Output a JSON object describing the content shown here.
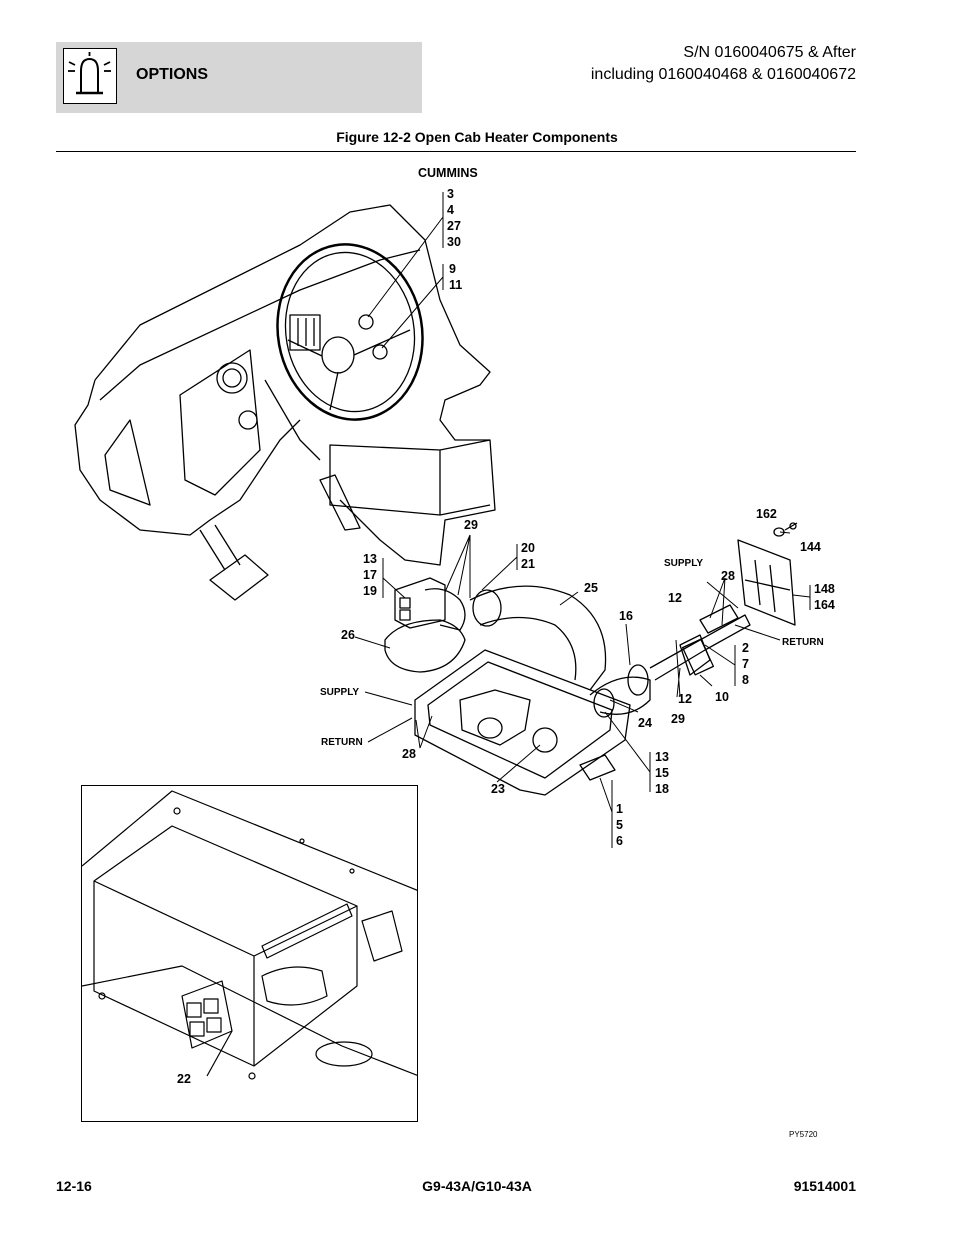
{
  "header": {
    "section_title": "OPTIONS",
    "icon": "beacon-light-icon",
    "serial_line1": "S/N 0160040675 & After",
    "serial_line2": "including 0160040468 & 0160040672"
  },
  "figure": {
    "title": "Figure 12-2 Open Cab Heater Components",
    "engine_label": "CUMMINS",
    "callouts": {
      "c_3_4_27_30": "3\n4\n27\n30",
      "c_9_11": "9\n11",
      "c_13_17_19": "13\n17\n19",
      "c_29_top": "29",
      "c_20_21": "20\n21",
      "c_25": "25",
      "c_26": "26",
      "c_16": "16",
      "c_162": "162",
      "c_144": "144",
      "c_28_right": "28",
      "c_148_164": "148\n164",
      "c_12_a": "12",
      "c_2_7_8": "2\n7\n8",
      "c_10": "10",
      "c_12_b": "12",
      "c_29_b": "29",
      "c_24": "24",
      "c_28_left": "28",
      "c_23": "23",
      "c_13_15_18": "13\n15\n18",
      "c_1_5_6": "1\n5\n6",
      "c_22": "22"
    },
    "supply_left": "SUPPLY",
    "return_left": "RETURN",
    "supply_right": "SUPPLY",
    "return_right": "RETURN",
    "drawing_id": "PY5720"
  },
  "footer": {
    "page": "12-16",
    "model": "G9-43A/G10-43A",
    "doc_number": "91514001"
  }
}
